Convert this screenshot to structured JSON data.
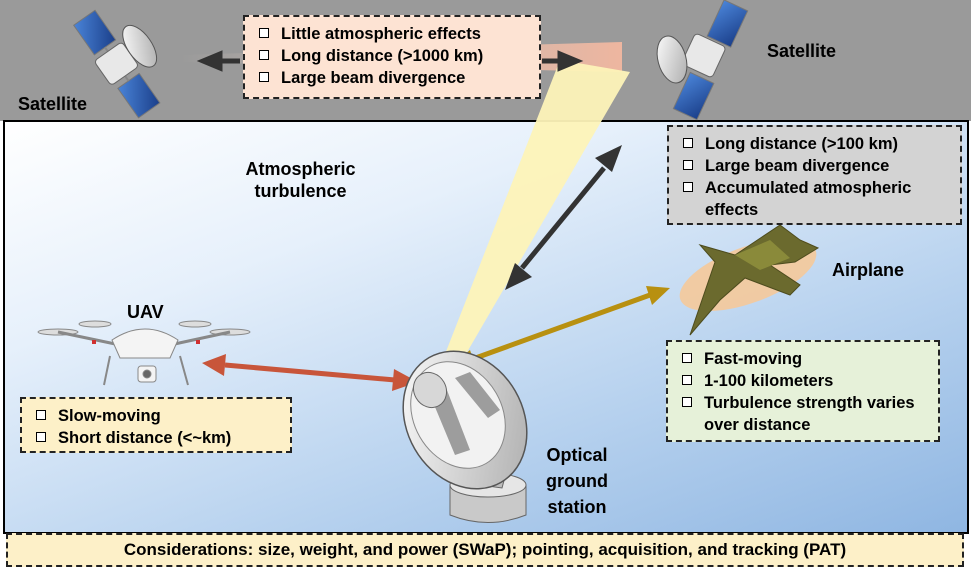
{
  "labels": {
    "satellite_left": "Satellite",
    "satellite_right": "Satellite",
    "atmospheric_turbulence": "Atmospheric turbulence",
    "uav": "UAV",
    "airplane": "Airplane",
    "ground_station": "Optical ground station"
  },
  "satellite_link": {
    "items": [
      "Little atmospheric effects",
      "Long distance (>1000 km)",
      "Large beam divergence"
    ]
  },
  "sky_link": {
    "items": [
      "Long distance (>100 km)",
      "Large beam divergence",
      "Accumulated atmospheric effects"
    ]
  },
  "airplane_link": {
    "items": [
      "Fast-moving",
      "1-100 kilometers",
      "Turbulence strength varies over distance"
    ]
  },
  "uav_link": {
    "items": [
      "Slow-moving",
      "Short distance (<~km)"
    ]
  },
  "considerations": "Considerations: size, weight, and power (SWaP); pointing, acquisition, and tracking (PAT)",
  "colors": {
    "space": "#9a9a9a",
    "beam": "#fdf3b8",
    "uav_arrow": "#c8553a",
    "airplane_arrow": "#b89010",
    "dark_arrow": "#333333"
  }
}
